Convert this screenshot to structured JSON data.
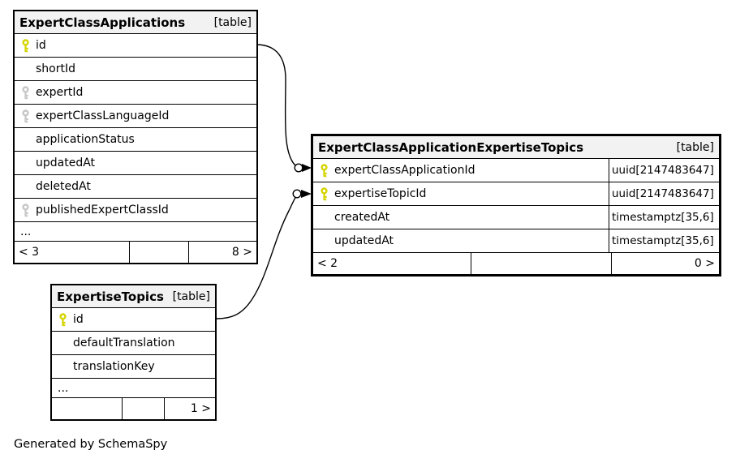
{
  "page": {
    "caption": "Generated by SchemaSpy"
  },
  "colors": {
    "primary_key": "#d4d400",
    "foreign_key": "#c6c6c6",
    "header_bg": "#f2f2f2",
    "border": "#000000",
    "background": "#ffffff"
  },
  "tables": [
    {
      "name": "ExpertClassApplications",
      "badge": "[table]",
      "rows": [
        {
          "name": "id",
          "key": "primary"
        },
        {
          "name": "shortId",
          "key": "none"
        },
        {
          "name": "expertId",
          "key": "foreign"
        },
        {
          "name": "expertClassLanguageId",
          "key": "foreign"
        },
        {
          "name": "applicationStatus",
          "key": "none"
        },
        {
          "name": "updatedAt",
          "key": "none"
        },
        {
          "name": "deletedAt",
          "key": "none"
        },
        {
          "name": "publishedExpertClassId",
          "key": "foreign"
        }
      ],
      "ellipsis": "...",
      "footer": {
        "left": "< 3",
        "middle": "",
        "right": "8 >"
      }
    },
    {
      "name": "ExpertClassApplicationExpertiseTopics",
      "badge": "[table]",
      "rows": [
        {
          "name": "expertClassApplicationId",
          "key": "primary",
          "type": "uuid[2147483647]"
        },
        {
          "name": "expertiseTopicId",
          "key": "primary",
          "type": "uuid[2147483647]"
        },
        {
          "name": "createdAt",
          "key": "none",
          "type": "timestamptz[35,6]"
        },
        {
          "name": "updatedAt",
          "key": "none",
          "type": "timestamptz[35,6]"
        }
      ],
      "footer": {
        "left": "< 2",
        "middle": "",
        "right": "0 >"
      }
    },
    {
      "name": "ExpertiseTopics",
      "badge": "[table]",
      "rows": [
        {
          "name": "id",
          "key": "primary"
        },
        {
          "name": "defaultTranslation",
          "key": "none"
        },
        {
          "name": "translationKey",
          "key": "none"
        }
      ],
      "ellipsis": "...",
      "footer": {
        "left": "",
        "middle": "",
        "right": "1 >"
      }
    }
  ],
  "relationships": [
    {
      "from": "ExpertClassApplications.id",
      "to": "ExpertClassApplicationExpertiseTopics.expertClassApplicationId"
    },
    {
      "from": "ExpertiseTopics.id",
      "to": "ExpertClassApplicationExpertiseTopics.expertiseTopicId"
    }
  ]
}
